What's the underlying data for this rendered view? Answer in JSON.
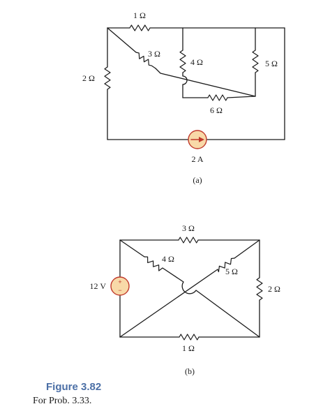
{
  "figure": {
    "title": "Figure 3.82",
    "caption": "For Prob. 3.33."
  },
  "circuit_a": {
    "part_label": "(a)",
    "labels": {
      "r1": "1 Ω",
      "r2": "2 Ω",
      "r3": "3 Ω",
      "r4": "4 Ω",
      "r5": "5 Ω",
      "r6": "6 Ω",
      "source": "2 A"
    }
  },
  "circuit_b": {
    "part_label": "(b)",
    "labels": {
      "r3": "3 Ω",
      "r4": "4 Ω",
      "r5": "5 Ω",
      "r2": "2 Ω",
      "r1": "1 Ω",
      "source": "12 V"
    },
    "polarity": {
      "plus": "+",
      "minus": "−"
    }
  },
  "colors": {
    "source_fill": "#f8d9a8",
    "source_stroke": "#c0392b",
    "caption_title": "#4b6fa6"
  }
}
